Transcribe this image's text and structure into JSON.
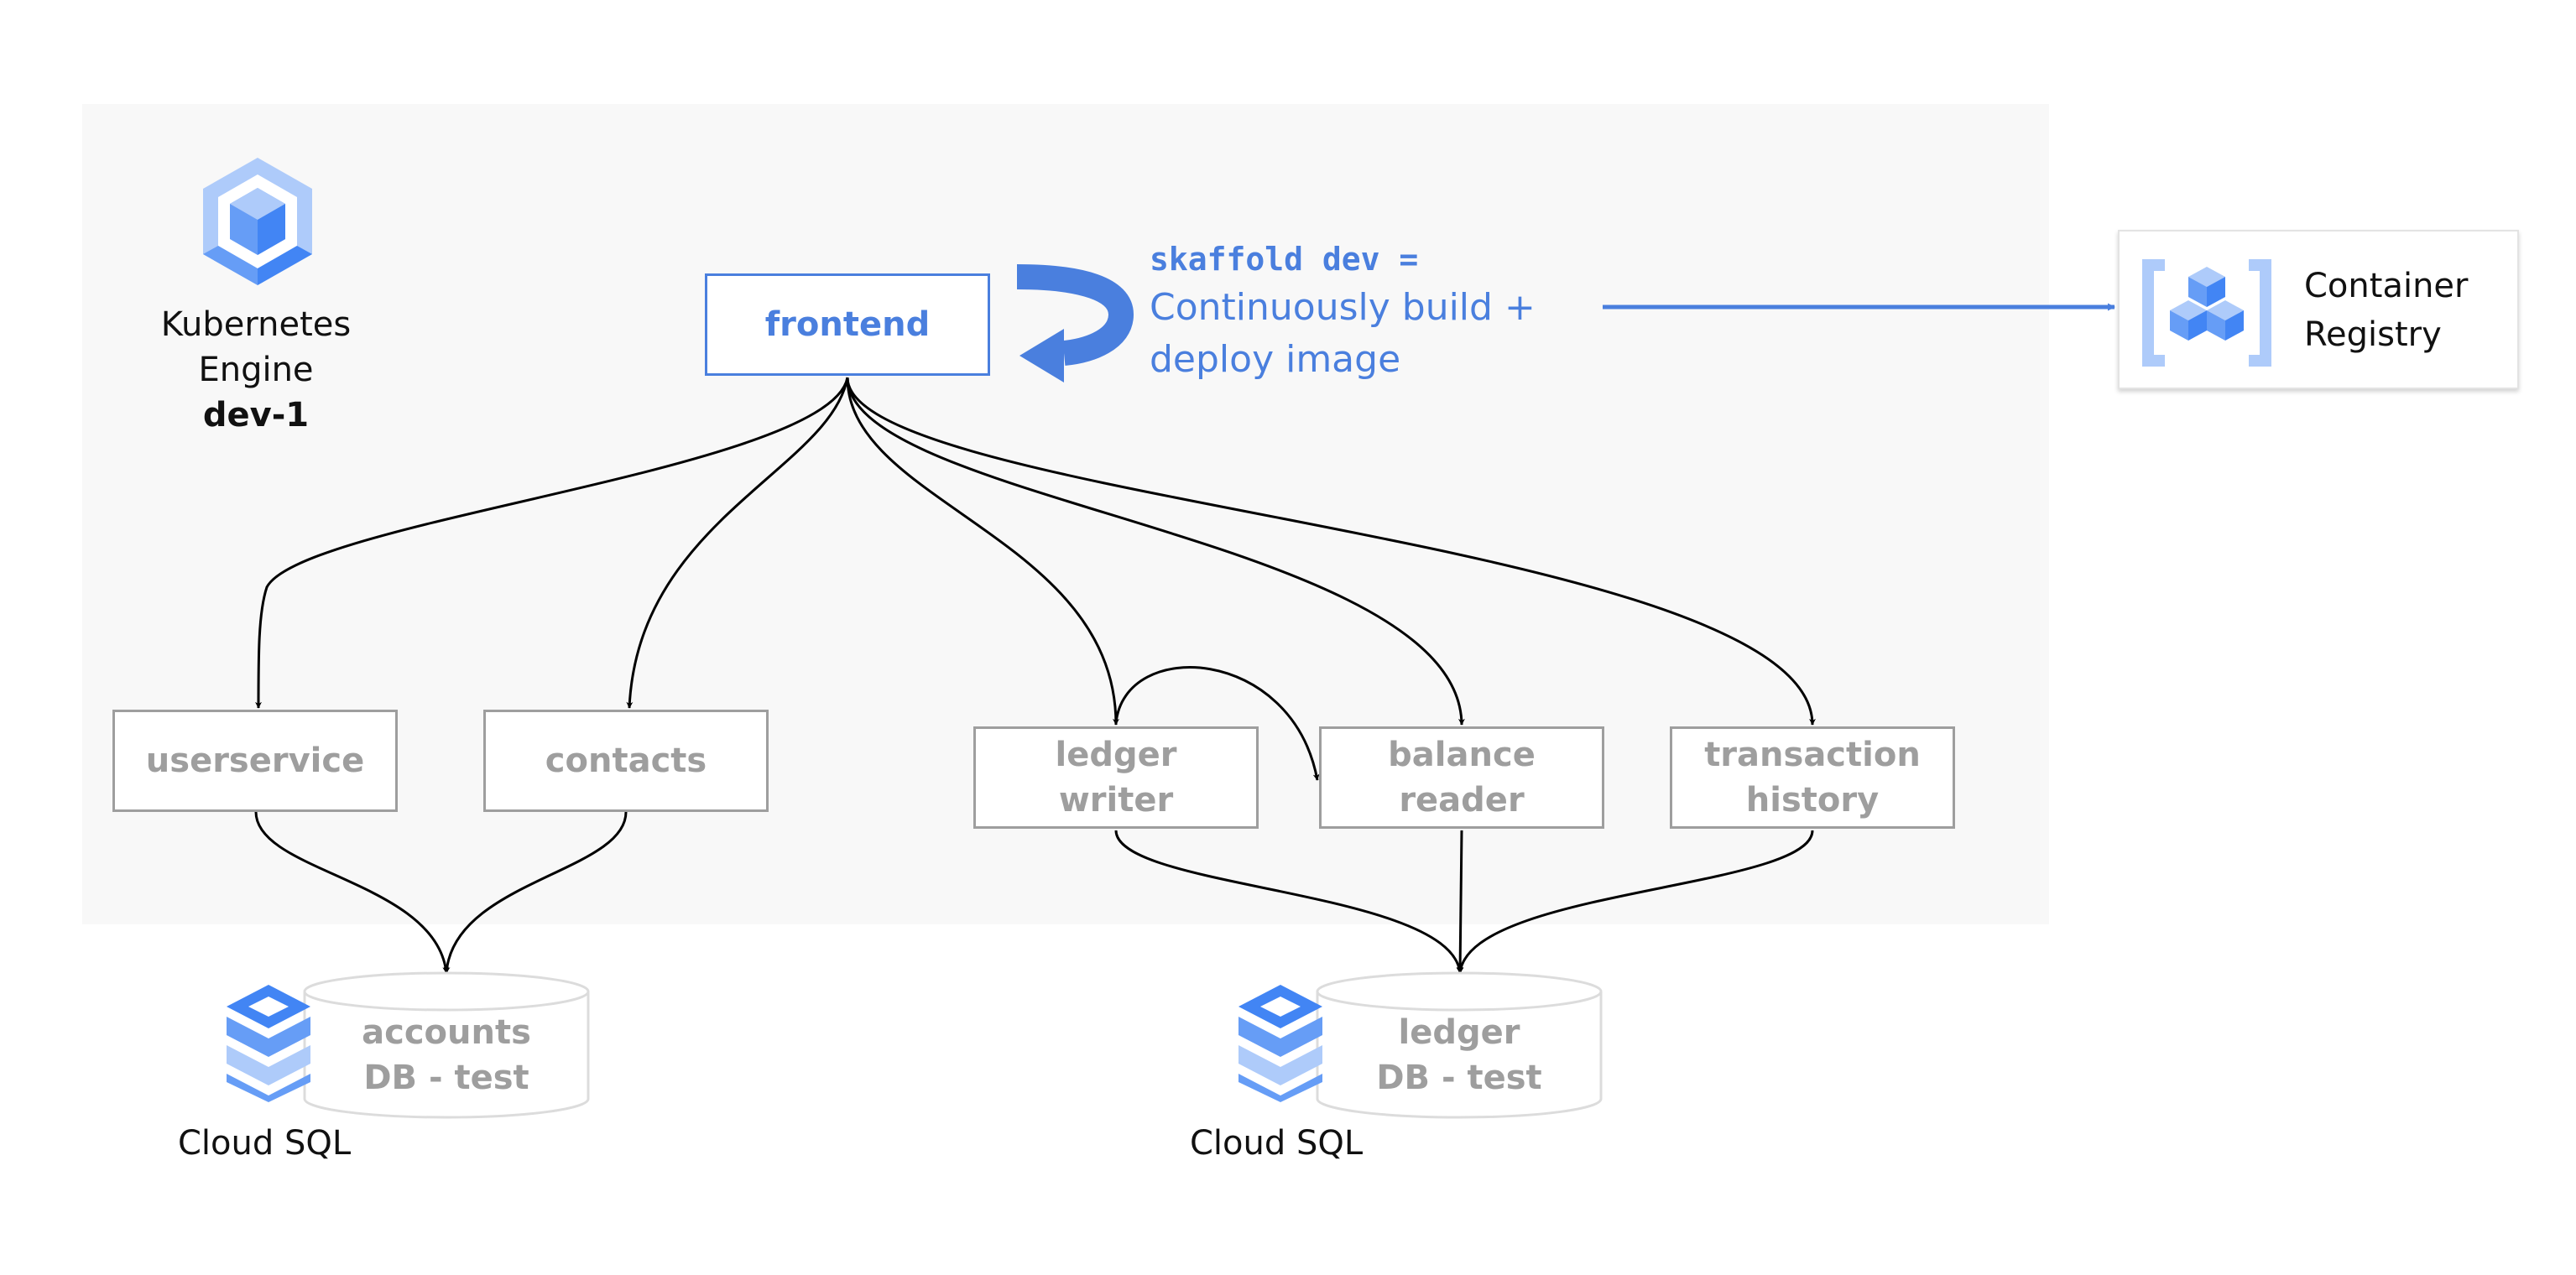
{
  "cluster": {
    "title": "Kubernetes\nEngine",
    "cluster_name": "dev-1",
    "icon": "kubernetes-engine-icon"
  },
  "services": {
    "frontend": "frontend",
    "userservice": "userservice",
    "contacts": "contacts",
    "ledger_writer": "ledger\nwriter",
    "balance_reader": "balance\nreader",
    "transaction_history": "transaction\nhistory"
  },
  "skaffold": {
    "command": "skaffold dev =",
    "description": "Continuously build +\ndeploy image"
  },
  "registry": {
    "label": "Container\nRegistry",
    "icon": "container-registry-icon"
  },
  "databases": [
    {
      "name": "accounts\nDB - test",
      "service_label": "Cloud SQL",
      "icon": "cloud-sql-icon"
    },
    {
      "name": "ledger\nDB - test",
      "service_label": "Cloud SQL",
      "icon": "cloud-sql-icon"
    }
  ],
  "colors": {
    "accent": "#4a7fde",
    "muted": "#9e9e9e",
    "cluster_bg": "#f8f8f8"
  }
}
